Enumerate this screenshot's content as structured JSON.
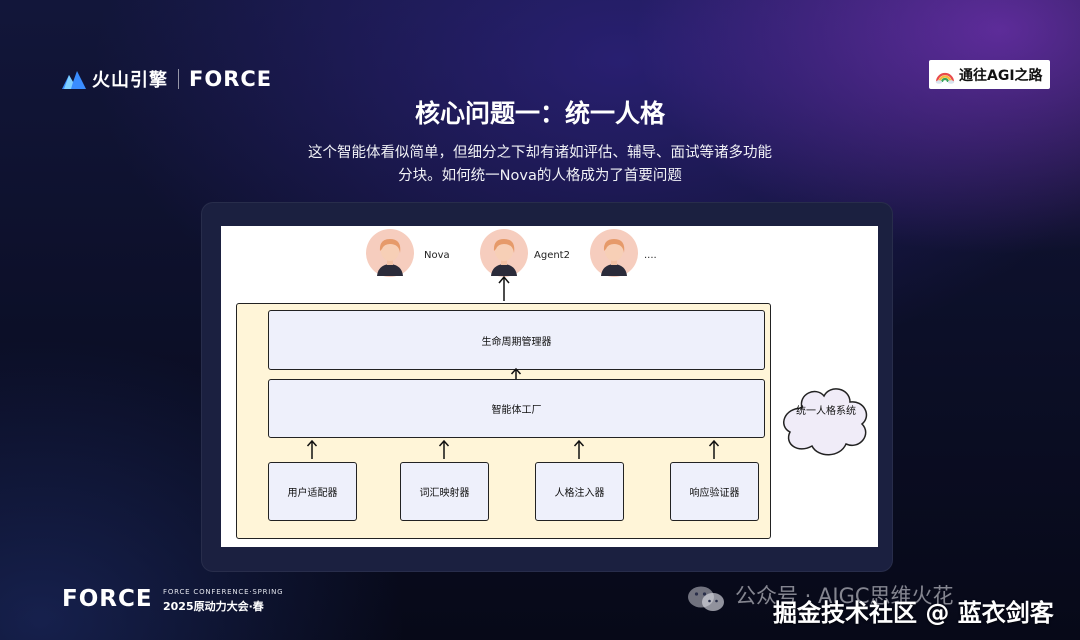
{
  "brand": {
    "volcano_name": "火山引擎",
    "force_name": "FORCE"
  },
  "badge": {
    "text": "通往AGI之路"
  },
  "slide": {
    "title": "核心问题一：统一人格",
    "subtitle_line1": "这个智能体看似简单，但细分之下却有诸如评估、辅导、面试等诸多功能",
    "subtitle_line2": "分块。如何统一Nova的人格成为了首要问题"
  },
  "diagram": {
    "agents": [
      {
        "name": "Nova"
      },
      {
        "name": "Agent2"
      },
      {
        "name": "...."
      }
    ],
    "lifecycle_manager": "生命周期管理器",
    "agent_factory": "智能体工厂",
    "modules": [
      "用户适配器",
      "词汇映射器",
      "人格注入器",
      "响应验证器"
    ],
    "cloud_label": "统一人格系统",
    "colors": {
      "outer_fill": "#fff5d8",
      "box_fill": "#eef0fb",
      "cloud_fill": "#f0ecf8",
      "avatar_bg": "#f6cdbe",
      "hair": "#e69a6a"
    }
  },
  "event": {
    "name": "FORCE",
    "tagline": "FORCE CONFERENCE·SPRING",
    "title": "2025原动力大会·春"
  },
  "watermark": {
    "account": "公众号 · AIGC思维火花",
    "juejin": "掘金技术社区 @ 蓝衣剑客"
  }
}
